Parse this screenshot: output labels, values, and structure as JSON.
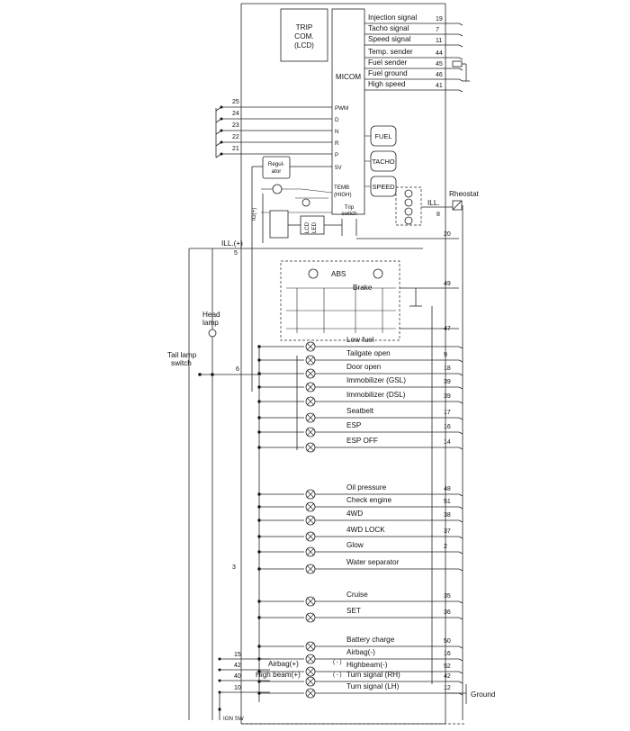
{
  "cluster": {
    "trip_com": [
      "TRIP",
      "COM.",
      "(LCD)"
    ],
    "micom": "MICOM",
    "regulator": [
      "Regul-",
      "ator"
    ],
    "temp_label": [
      "TEMB",
      "(HIGH)"
    ],
    "trip_switch": [
      "Trip",
      "switch"
    ],
    "gauges": [
      "FUEL",
      "TACHO",
      "SPEED"
    ],
    "lcd_led": [
      "LCD",
      "LED"
    ],
    "ill_label": "ILL.",
    "ig_label": "IG(+)",
    "pwm_pins": [
      "PWM",
      "D",
      "N",
      "R",
      "P",
      "5V"
    ]
  },
  "micom_outputs": [
    {
      "label": "Injection signal",
      "pin": "19"
    },
    {
      "label": "Tacho signal",
      "pin": "7"
    },
    {
      "label": "Speed signal",
      "pin": "11"
    },
    {
      "label": "Temp. sender",
      "pin": "44"
    },
    {
      "label": "Fuel sender",
      "pin": "45"
    },
    {
      "label": "Fuel ground",
      "pin": "46"
    },
    {
      "label": "High speed",
      "pin": "41"
    }
  ],
  "left_pins": [
    "25",
    "24",
    "23",
    "22",
    "21"
  ],
  "right_top": {
    "rheostat": "Rheostat",
    "ill_pin": "8",
    "pin20": "20"
  },
  "left_side": {
    "ill_plus": "ILL.(+)",
    "pin5": "5",
    "head_lamp": [
      "Head",
      "lamp"
    ],
    "tail_lamp": [
      "Tail lamp",
      "switch"
    ],
    "pin6": "6",
    "pin3": "3"
  },
  "abs_brake": {
    "abs": "ABS",
    "brake": "Brake",
    "pin49": "49",
    "pin47": "47"
  },
  "indicators": [
    {
      "label": "Low fuel",
      "pin": ""
    },
    {
      "label": "Tailgate open",
      "pin": "9"
    },
    {
      "label": "Door open",
      "pin": "18"
    },
    {
      "label": "Immobilizer (GSL)",
      "pin": "39"
    },
    {
      "label": "Immobilizer (DSL)",
      "pin": "39"
    },
    {
      "label": "Seatbelt",
      "pin": "17"
    },
    {
      "label": "ESP",
      "pin": "16"
    },
    {
      "label": "ESP OFF",
      "pin": "14"
    },
    {
      "label": "Oil pressure",
      "pin": "48"
    },
    {
      "label": "Check engine",
      "pin": "51"
    },
    {
      "label": "4WD",
      "pin": "38"
    },
    {
      "label": "4WD LOCK",
      "pin": "37"
    },
    {
      "label": "Glow",
      "pin": "2"
    },
    {
      "label": "Water separator",
      "pin": ""
    },
    {
      "label": "Cruise",
      "pin": "35"
    },
    {
      "label": "SET",
      "pin": "36"
    },
    {
      "label": "Battery charge",
      "pin": "50"
    },
    {
      "label": "Airbag(-)",
      "pin": "16"
    },
    {
      "label": "Highbeam(-)",
      "pin": "52"
    },
    {
      "label": "Turn signal (RH)",
      "pin": "42"
    },
    {
      "label": "Turn signal (LH)",
      "pin": "12"
    }
  ],
  "bottom_left": [
    {
      "label": "Airbag(+)",
      "pin": "15"
    },
    {
      "label": "High beam(+)",
      "pin": "42"
    },
    {
      "label": "",
      "pin": "40"
    },
    {
      "label": "",
      "pin": "10"
    }
  ],
  "misc": {
    "ground": "Ground",
    "ign_sw": "IGN SW",
    "minus": "( - )"
  }
}
